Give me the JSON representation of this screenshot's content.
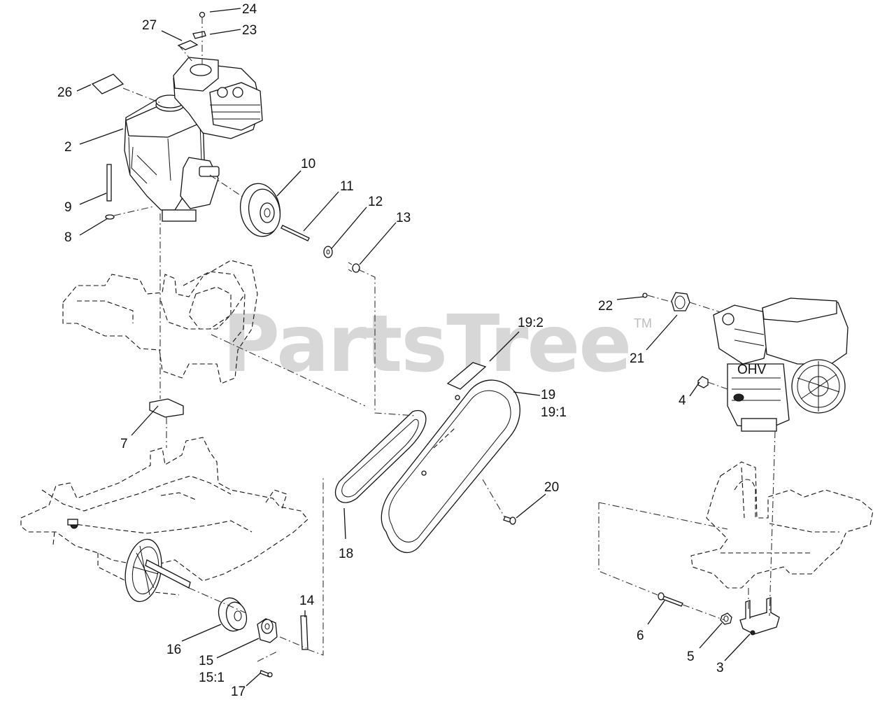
{
  "watermark": {
    "brand": "PartsTree",
    "trademark": "TM"
  },
  "callouts": {
    "c2": "2",
    "c3": "3",
    "c4": "4",
    "c5": "5",
    "c6": "6",
    "c7": "7",
    "c8": "8",
    "c9": "9",
    "c10": "10",
    "c11": "11",
    "c12": "12",
    "c13": "13",
    "c14": "14",
    "c15": "15",
    "c15_1": "15:1",
    "c16": "16",
    "c17": "17",
    "c18": "18",
    "c19": "19",
    "c19_1": "19:1",
    "c19_2": "19:2",
    "c20": "20",
    "c21": "21",
    "c22": "22",
    "c23": "23",
    "c24": "24",
    "c26": "26",
    "c27": "27"
  },
  "engine_nameplate": "OHV"
}
